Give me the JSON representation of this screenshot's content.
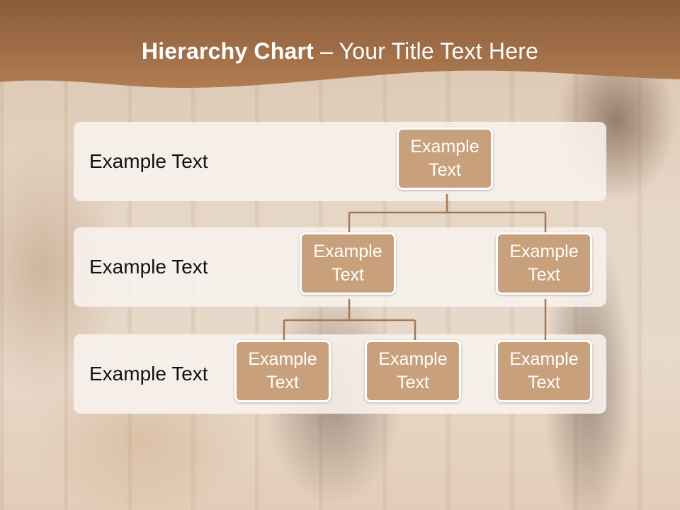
{
  "slide": {
    "title_bold": "Hierarchy Chart",
    "title_dash": " – ",
    "title_rest": "Your Title Text Here"
  },
  "levels": [
    {
      "label": "Example Text"
    },
    {
      "label": "Example Text"
    },
    {
      "label": "Example Text"
    }
  ],
  "nodes": {
    "root": "Example Text",
    "level2_left": "Example Text",
    "level2_right": "Example Text",
    "level3_left": "Example Text",
    "level3_middle": "Example Text",
    "level3_right": "Example Text"
  },
  "colors": {
    "banner": "#9a6a44",
    "node_fill": "#c9a07c",
    "connector": "#a07a58"
  }
}
